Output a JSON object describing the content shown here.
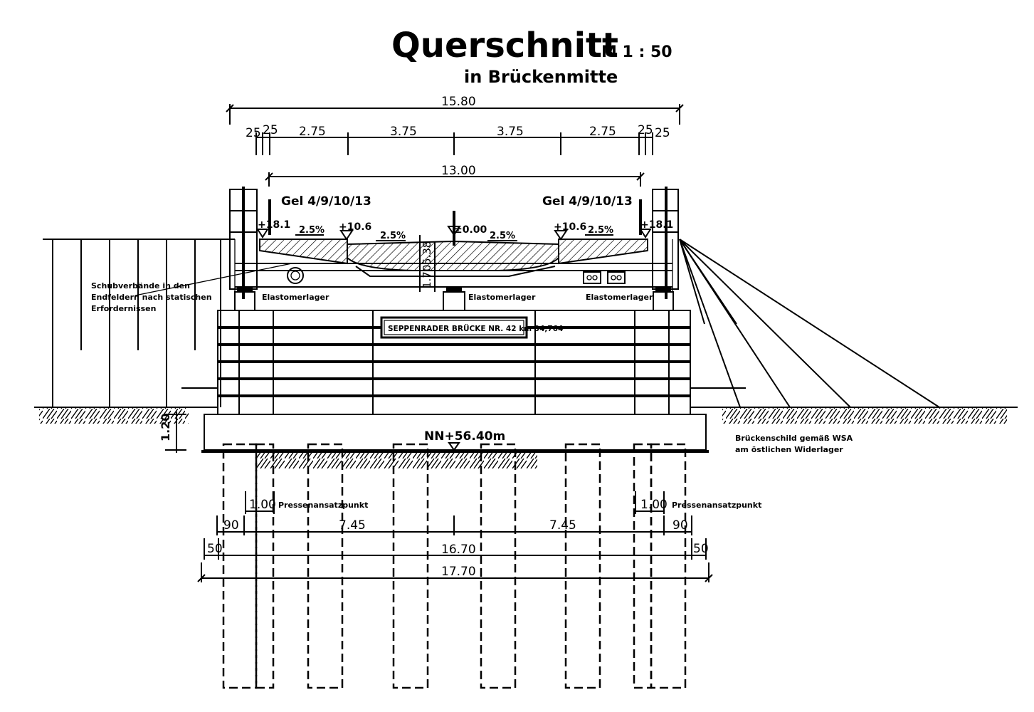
{
  "title": {
    "main": "Querschnitt",
    "scale": "M 1 : 50",
    "subtitle": "in Brückenmitte"
  },
  "dimensions": {
    "overall_width": "15.80",
    "segments": [
      "25",
      "25",
      "2.75",
      "3.75",
      "3.75",
      "2.75",
      "25",
      "25"
    ],
    "roadway_width": "13.00",
    "foundation_height": "1.20",
    "press_offset_left": "1.00",
    "press_offset_right": "1.00",
    "pile_edge_left": "90",
    "pile_span_left": "7.45",
    "pile_span_right": "7.45",
    "pile_edge_right": "90",
    "edge_left": "50",
    "edge_right": "50",
    "cap_inner": "16.70",
    "cap_outer": "17.70",
    "section_height_a": "5.38",
    "section_height_b": "1.70"
  },
  "railing_labels": {
    "left": "Gel 4/9/10/13",
    "right": "Gel 4/9/10/13"
  },
  "elevations": {
    "left_edge": "+18.1",
    "left_curb": "+10.6",
    "center": "±0.00",
    "right_curb": "+10.6",
    "right_edge": "+18.1"
  },
  "slopes": [
    "2.5%",
    "2.5%",
    "2.5%",
    "2.5%"
  ],
  "bearings": [
    "Elastomerlager",
    "Elastomerlager",
    "Elastomerlager"
  ],
  "annotations": {
    "bracing_note": [
      "Schubverbände in den",
      "Endfeldern nach statischen",
      "Erfordernissen"
    ],
    "sign_note": [
      "Brückenschild gemäß WSA",
      "am östlichen Widerlager"
    ],
    "press_point_left": "Pressenansatzpunkt",
    "press_point_right": "Pressenansatzpunkt",
    "foundation_level": "NN+56.40m"
  },
  "bridge_sign": "SEPPENRADER BRÜCKE NR. 42   km 34,764"
}
